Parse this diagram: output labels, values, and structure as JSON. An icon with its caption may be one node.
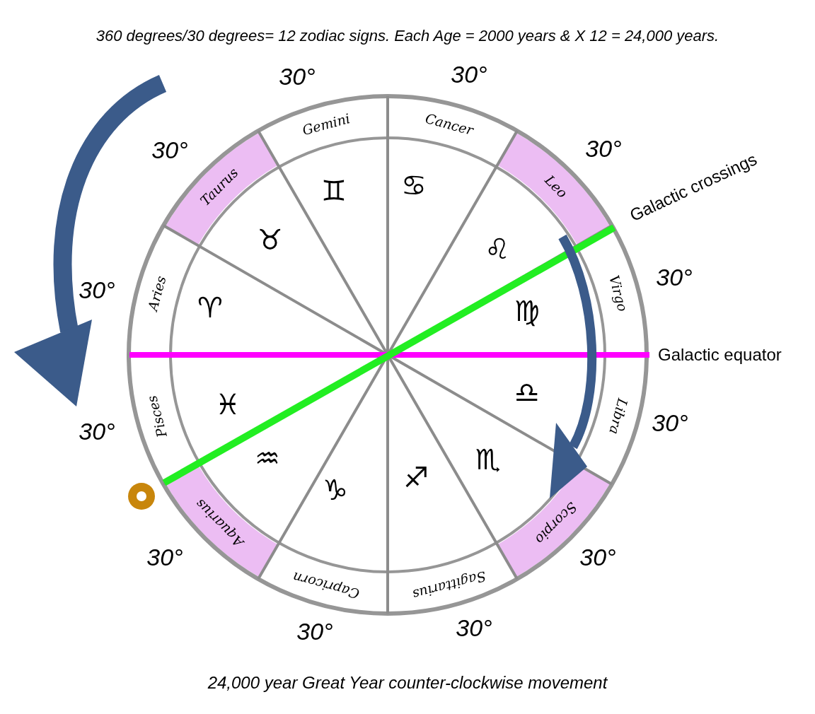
{
  "diagram": {
    "title": "360 degrees/30 degrees= 12 zodiac signs. Each Age = 2000 years & X 12 = 24,000 years.",
    "caption": "24,000 year Great Year counter-clockwise movement",
    "nodes": [
      {
        "text": [
          "Gemini"
        ]
      },
      {
        "text": [
          "Cancer"
        ]
      },
      {
        "text": [
          "Taurus"
        ]
      },
      {
        "text": [
          "Leo"
        ]
      },
      {
        "text": [
          "Aries"
        ]
      },
      {
        "text": [
          "Virgo"
        ]
      },
      {
        "text": [
          "Pisces"
        ]
      },
      {
        "text": [
          "Libra"
        ]
      },
      {
        "text": [
          "Aquarius"
        ]
      },
      {
        "text": [
          "Scorpio"
        ]
      },
      {
        "text": [
          "Capricorn"
        ]
      },
      {
        "text": [
          "Sagittarius"
        ]
      }
    ],
    "labels": [
      "30°",
      "30°",
      "30°",
      "30°",
      "Galactic crossings",
      "♋",
      "♊",
      "♌",
      "♉",
      "30°",
      "30°",
      "♈",
      "♍",
      "Galactic equator",
      "♎",
      "♓",
      "30°",
      "30°",
      "♒",
      "♏",
      "♐",
      "♑",
      "30°",
      "30°",
      "30°",
      "30°"
    ]
  }
}
